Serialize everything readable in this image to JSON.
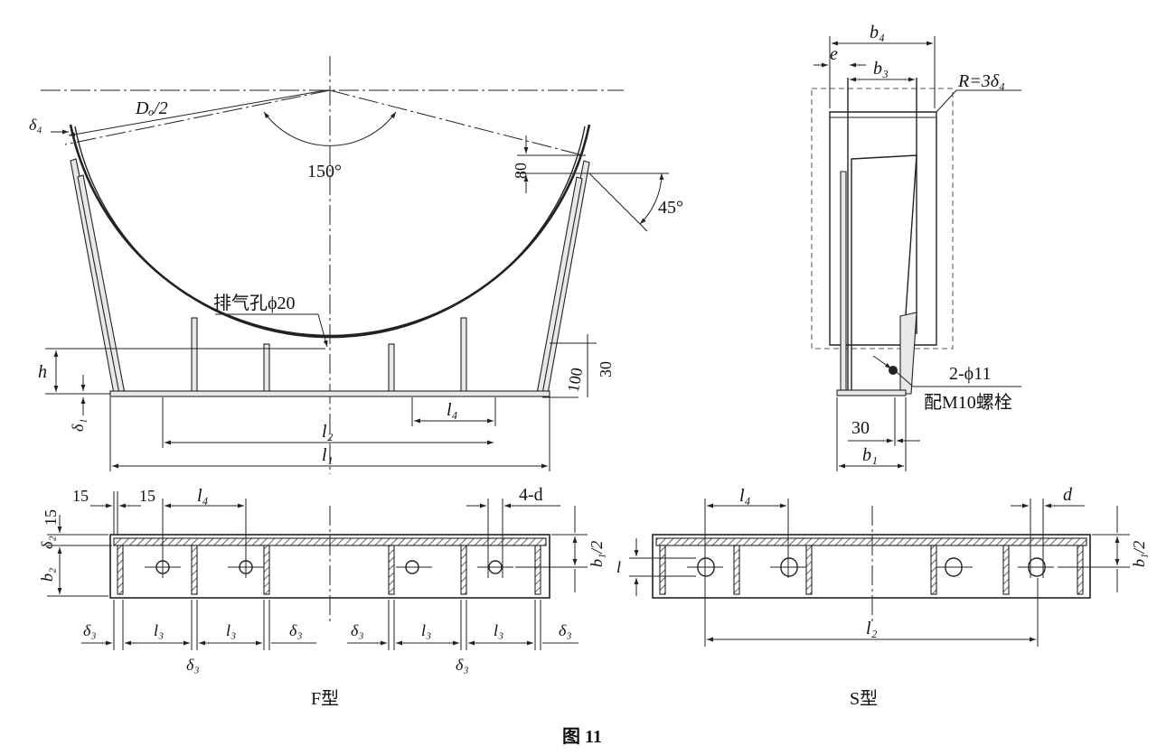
{
  "figure_caption": "图 11",
  "view_labels": {
    "f_type": "F型",
    "s_type": "S型"
  },
  "front_view": {
    "dim_radius": "Dₒ/2",
    "dim_delta4": "δ₄",
    "angle_150": "150°",
    "dim_80": "80",
    "angle_45": "45°",
    "vent_hole": "排气孔ϕ20",
    "dim_h": "h",
    "dim_delta1": "δ₁",
    "dim_l4": "l₄",
    "dim_l2": "l₂",
    "dim_l1": "l₁",
    "dim_100": "100",
    "dim_30": "30"
  },
  "side_view": {
    "dim_b4": "b₄",
    "dim_e": "e",
    "dim_b3": "b₃",
    "radius_note": "R=3δ₄",
    "holes_note": "2-ϕ11",
    "bolt_note": "配M10螺栓",
    "dim_30": "30",
    "dim_b1": "b₁"
  },
  "f_plan": {
    "dim_15_top": "15",
    "dim_15_a": "15",
    "dim_15_b": "15",
    "dim_l4": "l₄",
    "dim_4d": "4-d",
    "dim_delta2": "δ₂",
    "dim_b2": "b₂",
    "dim_b1_half": "b₁/2",
    "bottom_dims": [
      "δ₃",
      "l₃",
      "l₃",
      "δ₃",
      "δ₃",
      "l₃",
      "l₃",
      "δ₃"
    ],
    "lower_dims": [
      "δ₃",
      "δ₃"
    ]
  },
  "s_plan": {
    "dim_l4": "l₄",
    "dim_d": "d",
    "dim_l": "l",
    "dim_b1_half": "b₁/2",
    "dim_l2": "l₂"
  }
}
